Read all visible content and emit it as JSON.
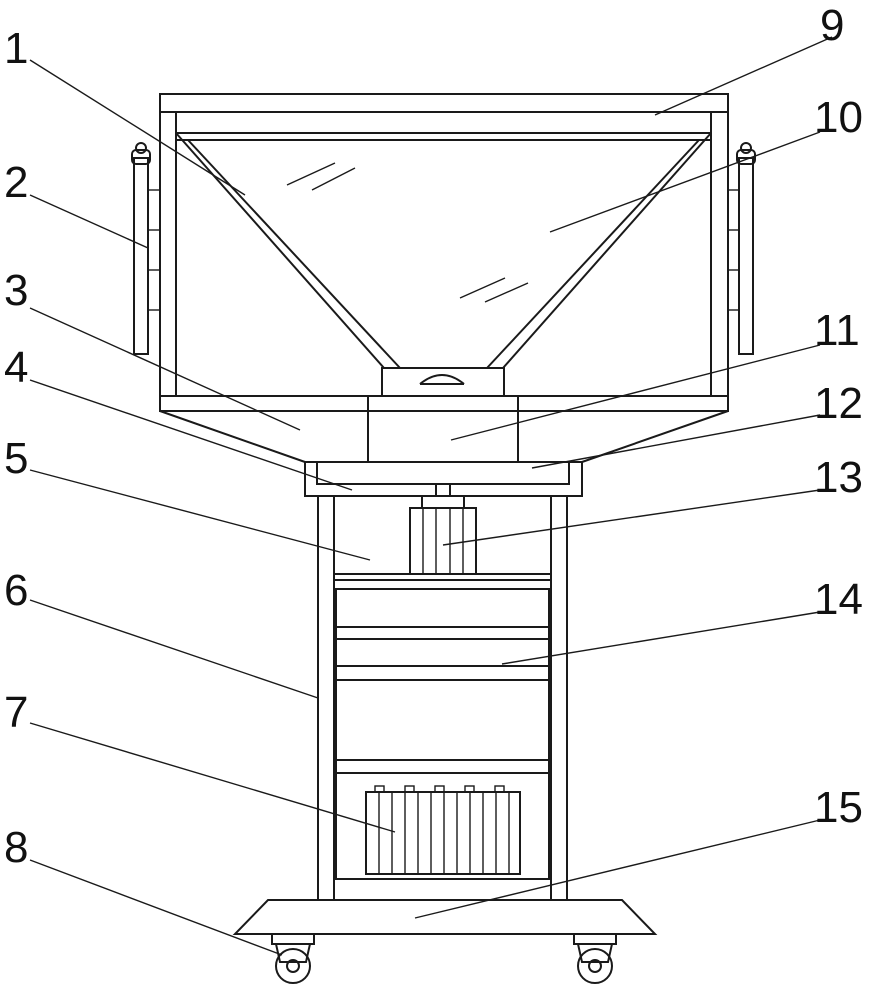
{
  "labels": [
    "1",
    "2",
    "3",
    "4",
    "5",
    "6",
    "7",
    "8",
    "9",
    "10",
    "11",
    "12",
    "13",
    "14",
    "15"
  ]
}
